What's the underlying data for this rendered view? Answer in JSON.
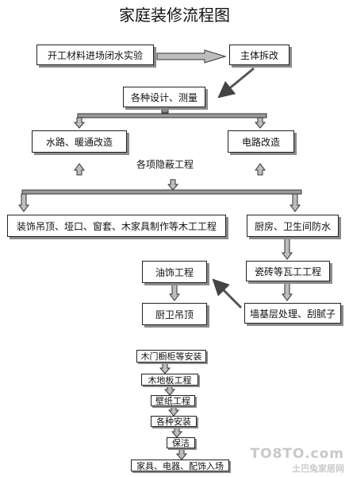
{
  "title": "家庭装修流程图",
  "steps": {
    "start_materials": "开工材料进场闭水实验",
    "demolition": "主体拆改",
    "design_measure": "各种设计、测量",
    "plumbing_hvac": "水路、暖通改造",
    "electrical": "电路改造",
    "concealed_works": "各项隐蔽工程",
    "carpentry": "装饰吊顶、垭口、窗套、木家具制作等木工工程",
    "waterproofing": "厨房、卫生间防水",
    "painting": "油饰工程",
    "tiling": "瓷砖等瓦工工程",
    "kitchen_bath_ceiling": "厨卫吊顶",
    "wall_base": "墙基层处理、刮腻子"
  },
  "final_steps": [
    "木门橱柜等安装",
    "木地板工程",
    "壁纸工程",
    "各种安装",
    "保洁",
    "家具、电器、配饰入场"
  ],
  "watermark": {
    "logo": "TO8TO.com",
    "name": "土巴兔家居网"
  },
  "colors": {
    "line": "#333333",
    "arrow_fill": "#bdbdbd",
    "shadow": "#8a8a8a"
  }
}
